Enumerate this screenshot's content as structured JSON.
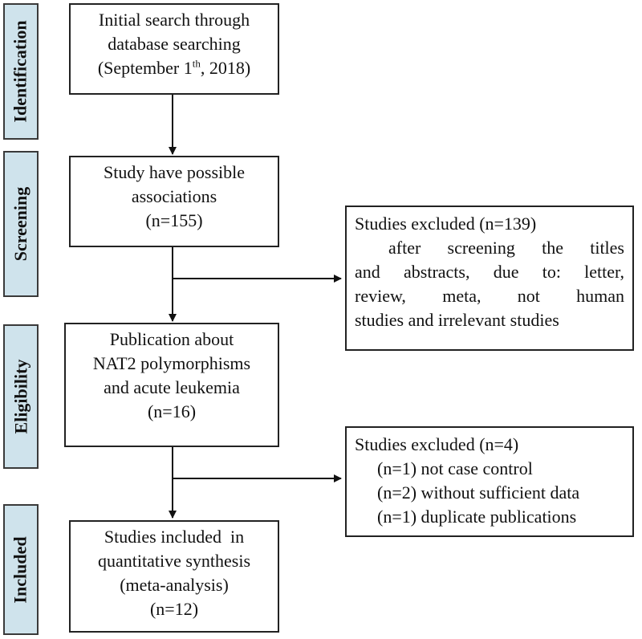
{
  "stages": {
    "identification": "Identification",
    "screening": "Screening",
    "eligibility": "Eligibility",
    "included": "Included"
  },
  "boxes": {
    "initial": {
      "line1": "Initial search through",
      "line2": "database searching",
      "line3_pre": "(September 1",
      "line3_sup": "th",
      "line3_post": ", 2018)"
    },
    "screening": {
      "line1": "Study have possible",
      "line2": "associations",
      "line3": "(n=155)"
    },
    "excluded1": {
      "title": "Studies excluded (n=139)",
      "line1": "after screening the titles",
      "line2": "and abstracts, due to: letter,",
      "line3": "review, meta, not human",
      "line4": "studies and irrelevant studies"
    },
    "eligibility": {
      "line1": "Publication about",
      "line2": "NAT2 polymorphisms",
      "line3": "and acute leukemia",
      "line4": "(n=16)"
    },
    "excluded2": {
      "title": "Studies excluded (n=4)",
      "item1": "(n=1) not case control",
      "item2": "(n=2) without sufficient data",
      "item3": "(n=1) duplicate publications"
    },
    "included": {
      "line1": "Studies included  in",
      "line2": "quantitative synthesis",
      "line3": "(meta-analysis)",
      "line4": "(n=12)"
    }
  }
}
